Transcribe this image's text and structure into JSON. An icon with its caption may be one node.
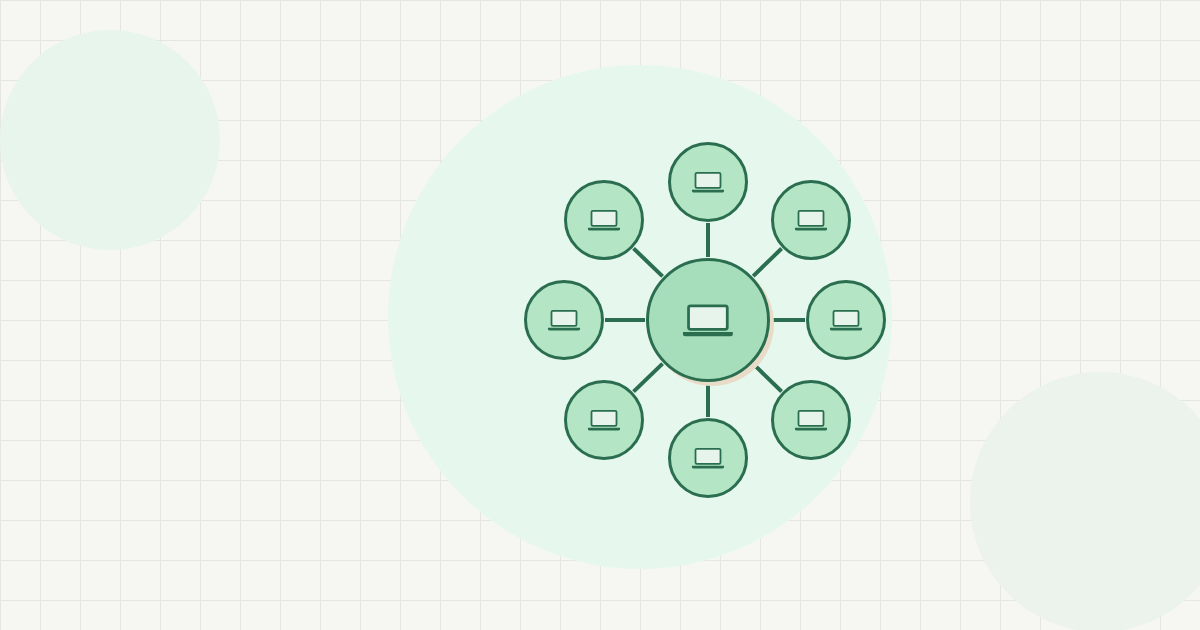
{
  "diagram": {
    "nodes": [
      {
        "text": [],
        "shape": "circle"
      },
      {
        "text": [],
        "shape": "circle"
      },
      {
        "text": [],
        "shape": "circle"
      },
      {
        "text": [],
        "shape": "circle"
      },
      {
        "text": [],
        "shape": "circle"
      },
      {
        "text": [],
        "shape": "circle"
      },
      {
        "text": [],
        "shape": "circle"
      },
      {
        "text": [],
        "shape": "circle"
      },
      {
        "text": [],
        "shape": "circle"
      }
    ],
    "edges": [
      {
        "from": 0,
        "to": 1,
        "arrow": "none"
      },
      {
        "from": 0,
        "to": 2,
        "arrow": "none"
      },
      {
        "from": 0,
        "to": 3,
        "arrow": "none"
      },
      {
        "from": 0,
        "to": 4,
        "arrow": "none"
      },
      {
        "from": 0,
        "to": 5,
        "arrow": "none"
      },
      {
        "from": 0,
        "to": 6,
        "arrow": "none"
      },
      {
        "from": 0,
        "to": 7,
        "arrow": "none"
      },
      {
        "from": 0,
        "to": 8,
        "arrow": "none"
      }
    ]
  }
}
